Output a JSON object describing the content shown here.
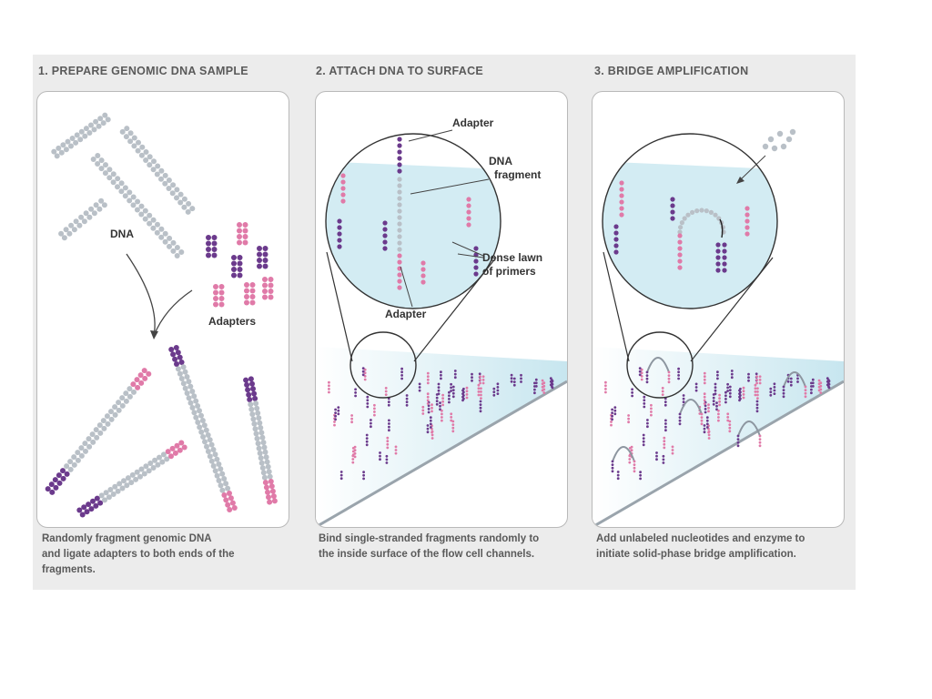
{
  "steps": [
    {
      "title": "1. PREPARE GENOMIC DNA SAMPLE",
      "labels": {
        "dna": "DNA",
        "adapters": "Adapters"
      },
      "caption": [
        "Randomly fragment genomic DNA",
        "and ligate adapters to both ends of the",
        "fragments."
      ]
    },
    {
      "title": "2. ATTACH DNA TO SURFACE",
      "labels": {
        "adapter_top": "Adapter",
        "dna_fragment": [
          "DNA",
          "fragment"
        ],
        "dense_lawn": [
          "Dense lawn",
          "of primers"
        ],
        "adapter_bottom": "Adapter"
      },
      "caption": [
        "Bind single-stranded fragments randomly to",
        "the inside surface of the flow cell channels."
      ]
    },
    {
      "title": "3. BRIDGE AMPLIFICATION",
      "caption": [
        "Add unlabeled nucleotides and enzyme to",
        "initiate solid-phase bridge amplification."
      ]
    }
  ],
  "colors": {
    "dna_gray": "#b9c0c7",
    "adapter_purple": "#6b3a8c",
    "adapter_pink": "#e07aa8",
    "surface_blue": "#d3ecf3"
  }
}
